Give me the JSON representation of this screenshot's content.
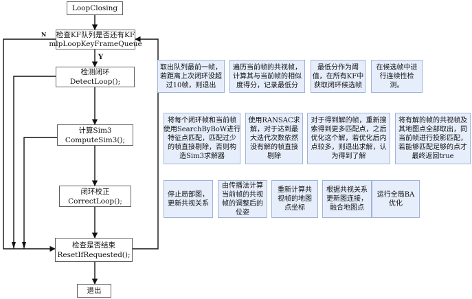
{
  "flow": {
    "start": "LoopClosing",
    "check_queue": {
      "line1": "检查KF队列是否还有KF",
      "line2": "mlpLoopKeyFrameQueue"
    },
    "no_label": "N",
    "yes_label": "Y",
    "detect": {
      "line1": "检测闭环",
      "line2": "DetectLoop();"
    },
    "compute": {
      "line1": "计算Sim3",
      "line2": "ComputeSim3();"
    },
    "correct": {
      "line1": "闭环校正",
      "line2": "CorrectLoop();"
    },
    "reset": {
      "line1": "检查是否结束",
      "line2": "ResetIfRequested();"
    },
    "exit": "退出"
  },
  "notes": {
    "detect": [
      {
        "lines": [
          "取出队列最前一帧，",
          "若距离上次闭环没超",
          "过10帧，则退出"
        ]
      },
      {
        "lines": [
          "遍历当前帧的共视帧，",
          "计算其与当前帧的相似",
          "度得分，记录最低分"
        ]
      },
      {
        "lines": [
          "最低分作为阈",
          "值，在所有KF中",
          "获取闭环候选帧"
        ]
      },
      {
        "lines": [
          "在候选帧中进",
          "行连续性检",
          "测。"
        ]
      }
    ],
    "compute": [
      {
        "lines": [
          "将每个闭环帧和当前帧",
          "使用SearchByBoW进行",
          "特征点匹配，匹配过少",
          "的帧直接剔除，否则构",
          "造Sim3求解器"
        ]
      },
      {
        "lines": [
          "使用RANSAC求",
          "解，对于达到最",
          "大迭代次数依然",
          "没有解的帧直接",
          "剔除"
        ]
      },
      {
        "lines": [
          "对于得到解的帧，重新搜",
          "索得到更多匹配点，之后",
          "优化这个解，若优化后内",
          "点较多，则退出求解，认",
          "为得到了解"
        ]
      },
      {
        "lines": [
          "将有解的帧的共视帧及",
          "其地图点全部取出，同",
          "当前帧进行投影匹配，",
          "若能够匹配足够的点才",
          "最终返回true"
        ]
      }
    ],
    "correct": [
      {
        "lines": [
          "停止局部图，",
          "更新共视关系"
        ]
      },
      {
        "lines": [
          "由传播法计算",
          "当前帧的共视",
          "帧的调整后的",
          "位姿"
        ]
      },
      {
        "lines": [
          "重新计算共",
          "视帧的地图",
          "点坐标"
        ]
      },
      {
        "lines": [
          "根据共视关系",
          "更新图连接，",
          "融合地图点"
        ]
      },
      {
        "lines": [
          "运行全局BA",
          "优化"
        ]
      }
    ]
  }
}
